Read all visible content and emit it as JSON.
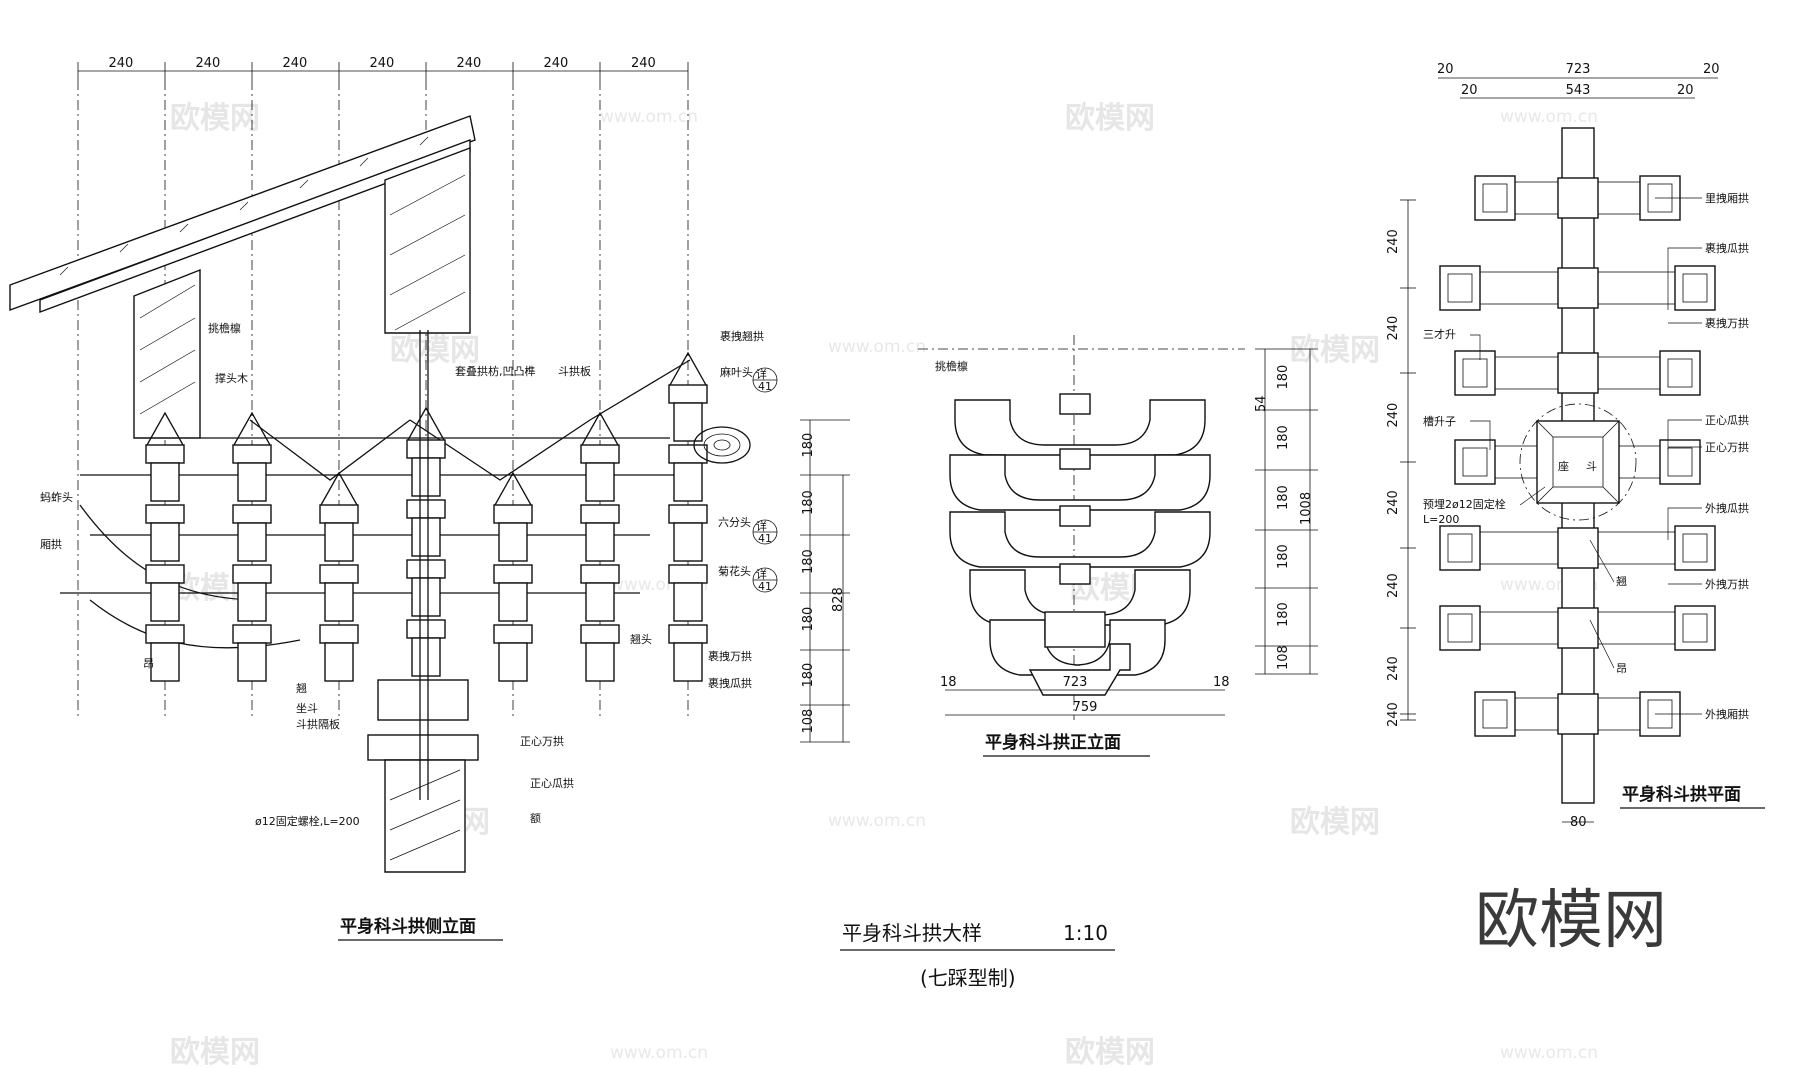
{
  "watermark": {
    "brand": "欧模网",
    "url": "www.om.cn"
  },
  "logo_text": "欧模网",
  "main_title": {
    "name": "平身科斗拱大样",
    "scale": "1:10"
  },
  "sub_title": "(七踩型制)",
  "side": {
    "title": "平身科斗拱侧立面",
    "dims_top": [
      "240",
      "240",
      "240",
      "240",
      "240",
      "240",
      "240"
    ],
    "dims_right": [
      "180",
      "180",
      "180",
      "180",
      "180",
      "108"
    ],
    "dim_total": "828",
    "labels": {
      "tiaoyan": "挑檐檩",
      "chengtou": "撑头木",
      "taodie": "套叠拱枋,凹凸榫",
      "dougongban": "斗拱板",
      "litiao_qiao": "裹拽翘拱",
      "maye": "麻叶头",
      "mazha": "蚂蚱头",
      "qiaogong": "厢拱",
      "liufen": "六分头",
      "juhua": "菊花头",
      "xiaotou": "翘头",
      "liwan": "裹拽万拱",
      "ligua": "裹拽瓜拱",
      "ang": "昂",
      "qiao": "翘",
      "zuodou": "坐斗",
      "gebang": "斗拱隔板",
      "zxwan": "正心万拱",
      "zxgua": "正心瓜拱",
      "luoshuan": "ø12固定螺栓,L=200",
      "e": "额",
      "xiang": "详",
      "ref": "41"
    }
  },
  "front": {
    "title": "平身科斗拱正立面",
    "label_tiaoyan": "挑檐檩",
    "dims_right": [
      "180",
      "180",
      "180",
      "180",
      "180",
      "108"
    ],
    "dim_small": "54",
    "dim_total": "1008",
    "dim_w1": "723",
    "dim_w2": "759",
    "dim_side": "18"
  },
  "plan": {
    "title": "平身科斗拱平面",
    "dims_top": {
      "total": "723",
      "inner": "543",
      "edge": "20"
    },
    "dims_left": [
      "240",
      "240",
      "240",
      "240",
      "240",
      "240",
      "240"
    ],
    "dim_bottom": "80",
    "labels": {
      "li_qiao": "里拽厢拱",
      "li_gua": "裹拽瓜拱",
      "li_wan": "裹拽万拱",
      "sancai": "三才升",
      "caosheng": "槽升子",
      "yumai": "预埋2ø12固定栓",
      "yumai_l": "L=200",
      "zx_gua": "正心瓜拱",
      "zx_wan": "正心万拱",
      "wai_gua": "外拽瓜拱",
      "wai_wan": "外拽万拱",
      "wai_qiao": "外拽厢拱",
      "qiao": "翘",
      "ang": "昂",
      "zuo": "座",
      "dou": "斗"
    }
  }
}
